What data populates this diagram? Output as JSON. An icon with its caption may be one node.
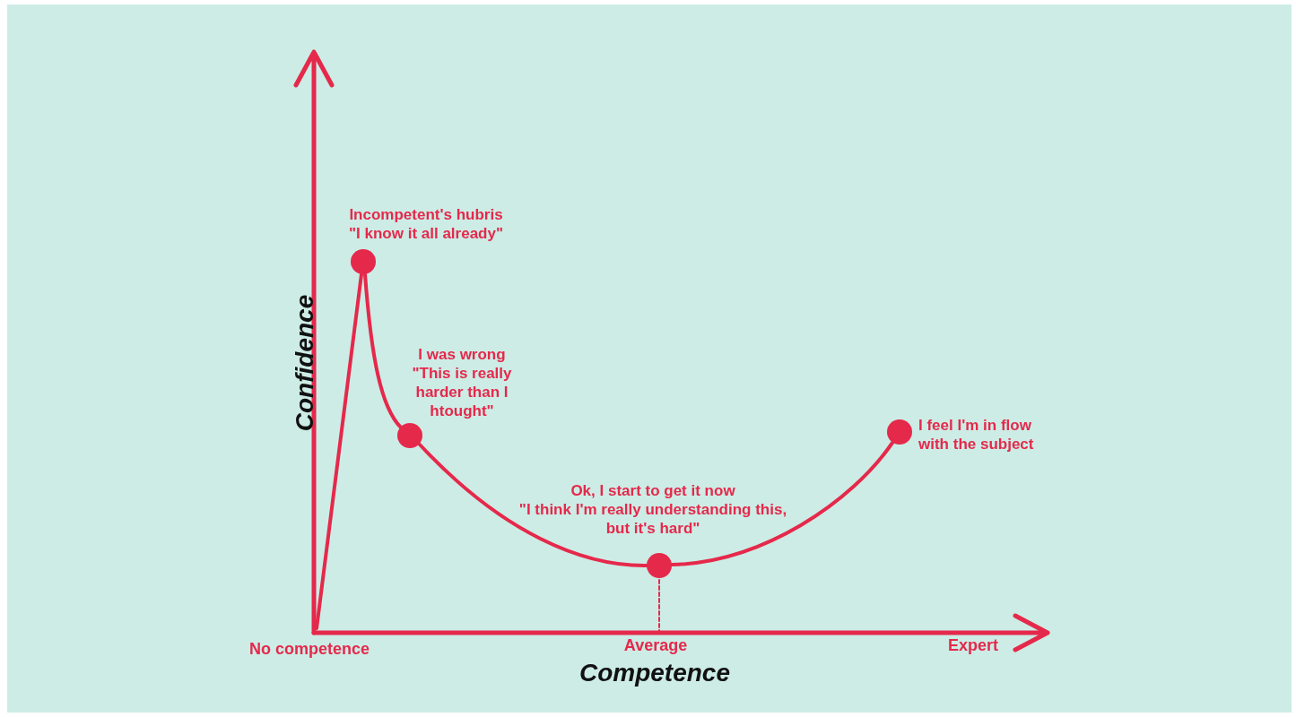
{
  "diagram": {
    "nodes": [
      {
        "text": [],
        "shape": "circle",
        "beside": [
          "Incompetent's hubris",
          "\"I know it all already\""
        ]
      },
      {
        "text": [],
        "shape": "circle",
        "beside": [
          "I was wrong",
          "\"This is really harder than I htought\""
        ]
      },
      {
        "text": [],
        "shape": "circle",
        "beside": [
          "Ok, I start to get it now",
          "\"I think I'm really understanding this, but it's hard\""
        ]
      },
      {
        "text": [],
        "shape": "circle",
        "beside": [
          "I feel I'm in flow with the subject"
        ]
      }
    ],
    "edges": [
      {
        "from": null,
        "to": 0,
        "arrow": "none"
      },
      {
        "from": 0,
        "to": 1,
        "arrow": "none"
      },
      {
        "from": 1,
        "to": 2,
        "arrow": "none"
      },
      {
        "from": 2,
        "to": 3,
        "arrow": "none"
      }
    ],
    "labels": [
      "Confidence",
      "No competence",
      "Average",
      "Expert",
      "Competence"
    ]
  }
}
